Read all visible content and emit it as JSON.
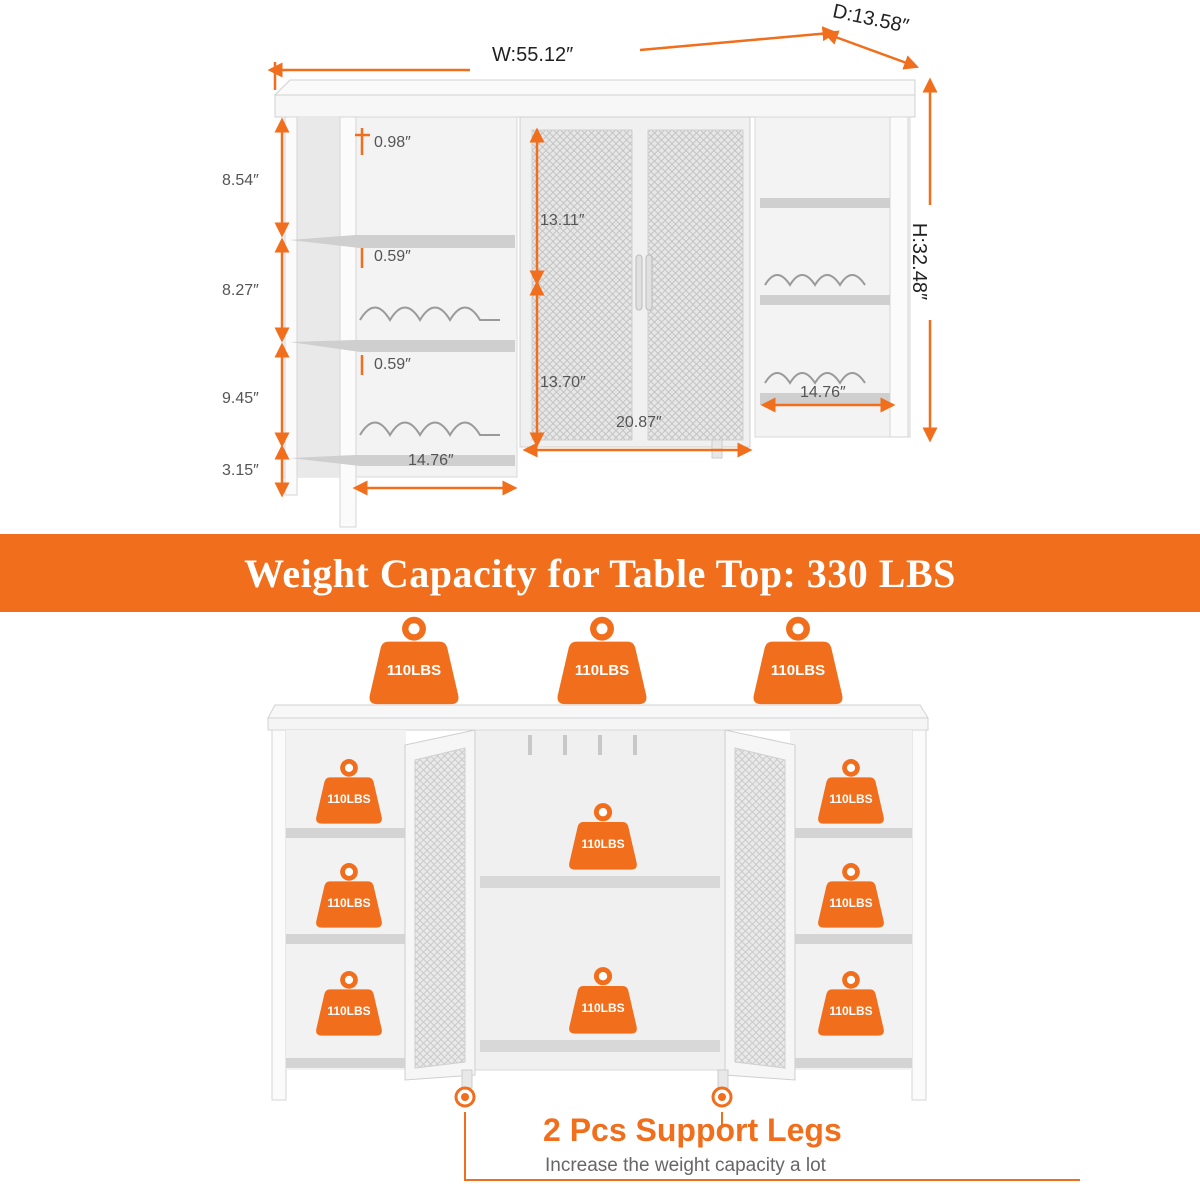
{
  "dimensions": {
    "width": "W:55.12″",
    "depth": "D:13.58″",
    "height": "H:32.48″",
    "left_heights": [
      "8.54″",
      "8.27″",
      "9.45″",
      "3.15″"
    ],
    "top_thickness": "0.98″",
    "shelf_thickness_1": "0.59″",
    "shelf_thickness_2": "0.59″",
    "door_upper": "13.11″",
    "door_lower": "13.70″",
    "center_width": "20.87″",
    "left_shelf_width": "14.76″",
    "right_shelf_width": "14.76″"
  },
  "banner": {
    "text": "Weight Capacity for Table Top: 330 LBS"
  },
  "weights": {
    "top": [
      "110LBS",
      "110LBS",
      "110LBS"
    ],
    "left": [
      "110LBS",
      "110LBS",
      "110LBS"
    ],
    "center": [
      "110LBS",
      "110LBS"
    ],
    "right": [
      "110LBS",
      "110LBS",
      "110LBS"
    ]
  },
  "legs": {
    "title": "2 Pcs Support Legs",
    "subtitle": "Increase the weight capacity a lot"
  },
  "colors": {
    "accent": "#f06e1c",
    "cabinet": "#f4f4f4",
    "shelf": "#d9d9d9"
  }
}
